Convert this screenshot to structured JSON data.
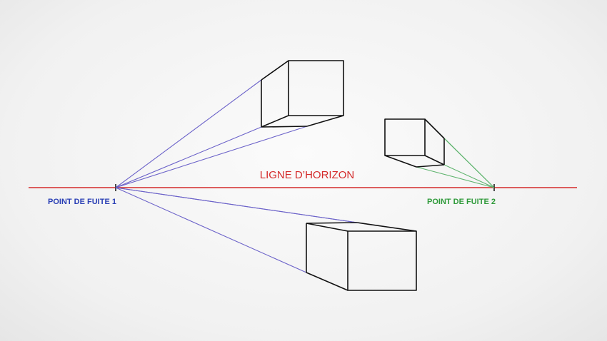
{
  "labels": {
    "horizon": "LIGNE D’HORIZON",
    "vanishing_point_1": "POINT DE FUITE 1",
    "vanishing_point_2": "POINT DE FUITE 2"
  },
  "colors": {
    "horizon": "#d42a2a",
    "vanishing_point_1": "#2a3fb5",
    "vanishing_point_2": "#2f9a3a",
    "construction_lines_1": "#6b62c9",
    "construction_lines_2": "#5fb46e",
    "cube_edges": "#111111"
  }
}
